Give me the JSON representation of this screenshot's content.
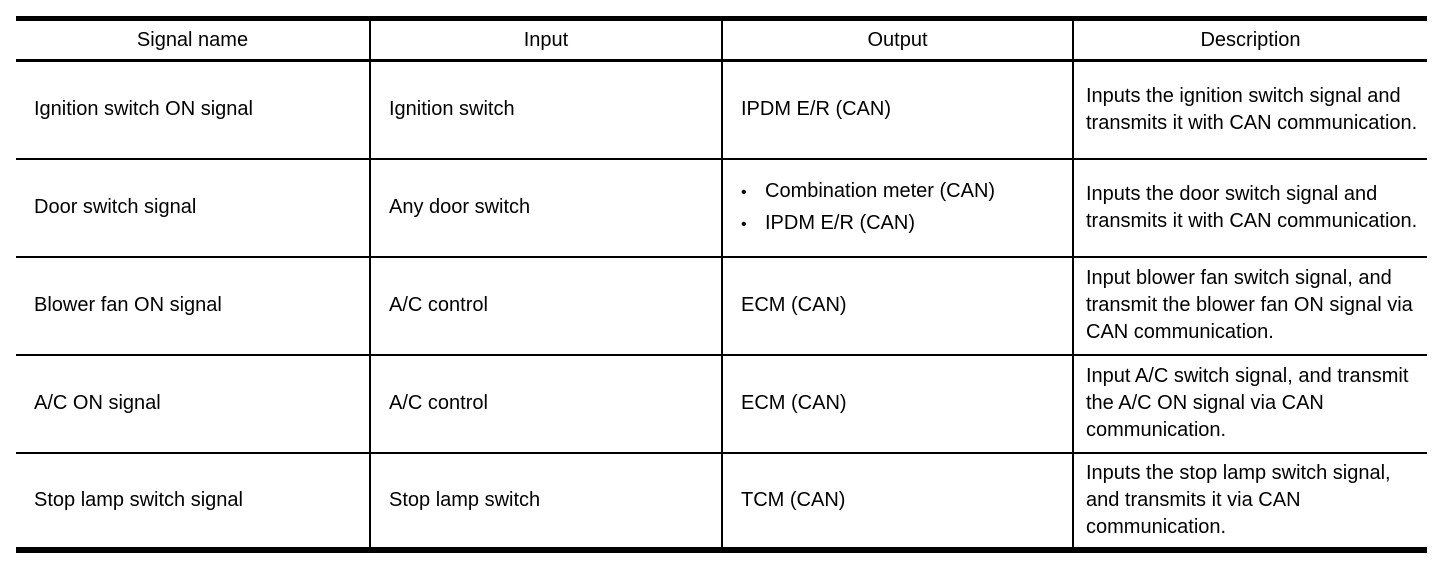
{
  "table": {
    "bullet_char": "•",
    "headers": [
      "Signal name",
      "Input",
      "Output",
      "Description"
    ],
    "rows": [
      {
        "signal_name": "Ignition switch ON signal",
        "input": "Ignition switch",
        "output": [
          "IPDM E/R (CAN)"
        ],
        "description": "Inputs the ignition switch signal and transmits it with CAN communication."
      },
      {
        "signal_name": "Door switch signal",
        "input": "Any door switch",
        "output": [
          "Combination meter (CAN)",
          "IPDM E/R (CAN)"
        ],
        "description": "Inputs the door switch signal and transmits it with CAN communication."
      },
      {
        "signal_name": "Blower fan ON signal",
        "input": "A/C control",
        "output": [
          "ECM (CAN)"
        ],
        "description": "Input blower fan switch signal, and transmit the blower fan ON signal via CAN communication."
      },
      {
        "signal_name": "A/C ON signal",
        "input": "A/C control",
        "output": [
          "ECM (CAN)"
        ],
        "description": "Input A/C switch signal, and transmit the A/C ON signal via CAN communication."
      },
      {
        "signal_name": "Stop lamp switch signal",
        "input": "Stop lamp switch",
        "output": [
          "TCM (CAN)"
        ],
        "description": "Inputs the stop lamp switch signal, and transmits it via CAN communication."
      }
    ]
  }
}
